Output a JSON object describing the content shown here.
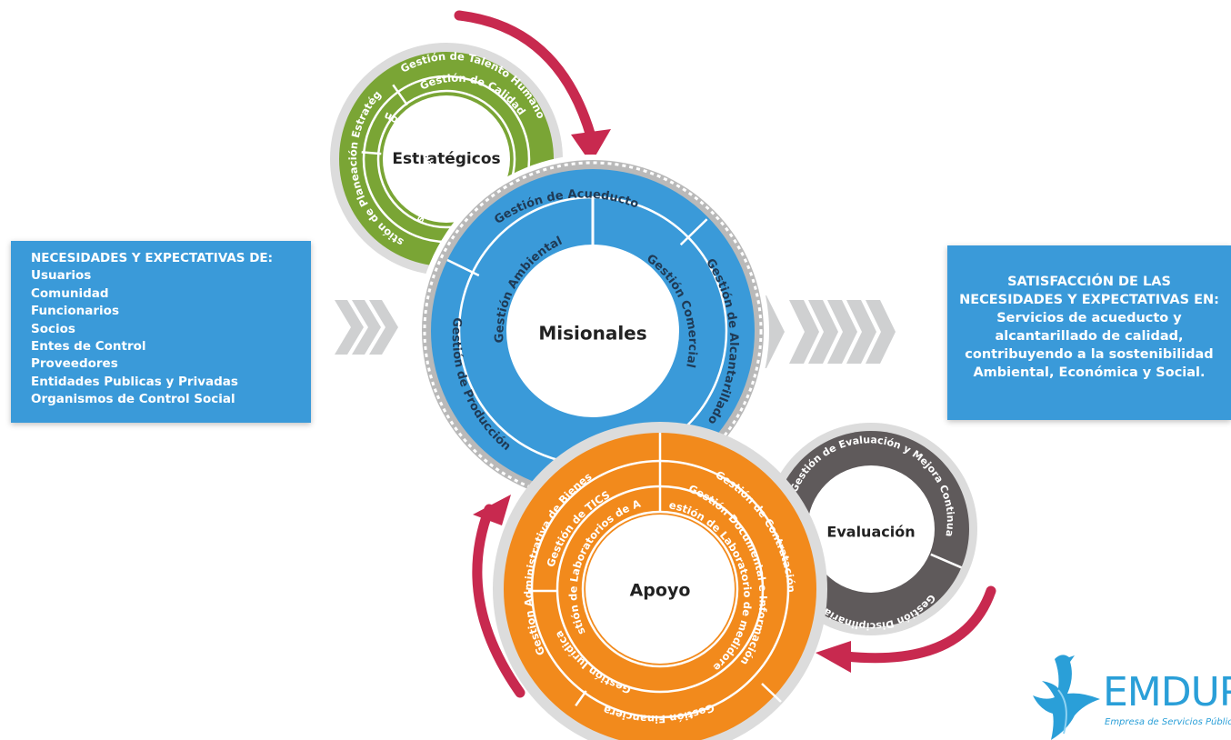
{
  "input_box": {
    "title": "NECESIDADES Y EXPECTATIVAS DE:",
    "items": [
      "Usuarios",
      "Comunidad",
      "Funcionarios",
      "Socios",
      "Entes de Control",
      "Proveedores",
      "Entidades Publicas y Privadas",
      "Organismos de Control Social"
    ]
  },
  "output_box": {
    "lines": [
      "SATISFACCIÓN DE LAS",
      "NECESIDADES Y EXPECTATIVAS EN:",
      "Servicios de acueducto y",
      "alcantarillado de calidad,",
      "contribuyendo a la sostenibilidad",
      "Ambiental, Económica y Social."
    ]
  },
  "estrategicos": {
    "title": "Estratégicos",
    "outer": [
      "Gestión de Talento Humano",
      "Gestión de Planeación Estratégica"
    ],
    "inner": [
      "Gestión de Calidad",
      "Gestión de Comunicaciones"
    ],
    "color": "#7aa535"
  },
  "misionales": {
    "title": "Misionales",
    "outer": [
      "Gestión de Acueducto",
      "Gestión de Alcantarillado",
      "Gestión de Producción"
    ],
    "inner": [
      "Gestión Ambiental",
      "Gestión Comercial"
    ],
    "color": "#3a9ad9"
  },
  "apoyo": {
    "title": "Apoyo",
    "outer": [
      "Gestión de Contratación",
      "Gestión Financiera",
      "Gestion Administrativa de Bienes"
    ],
    "middle": [
      "Gestión de TICS",
      "Gestión Documental e Información",
      "Gestión Jurídica"
    ],
    "inner": [
      "Gestión de Laboratorios de Agua",
      "Gestión de Laboratorio de medidores"
    ],
    "color": "#f28a1c"
  },
  "evaluacion": {
    "title": "Evaluación",
    "outer": [
      "Gestión de Evaluación y Mejora Continua",
      "Gestión Disciplinaria"
    ],
    "color": "#5f5a5b"
  },
  "logo": {
    "name": "EMDUPA",
    "subtitle": "Empresa de Servicios Públicos",
    "color": "#2a9fd8"
  },
  "arrow_color": "#c8294f",
  "chevron_color": "#cfd0d1"
}
